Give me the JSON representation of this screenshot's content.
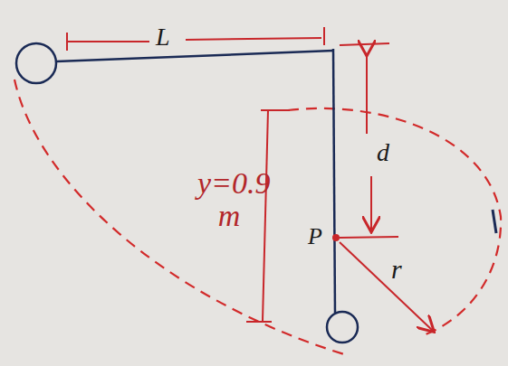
{
  "diagram": {
    "labels": [
      "L",
      "d",
      "y=0.9 m",
      "P",
      "r"
    ]
  }
}
